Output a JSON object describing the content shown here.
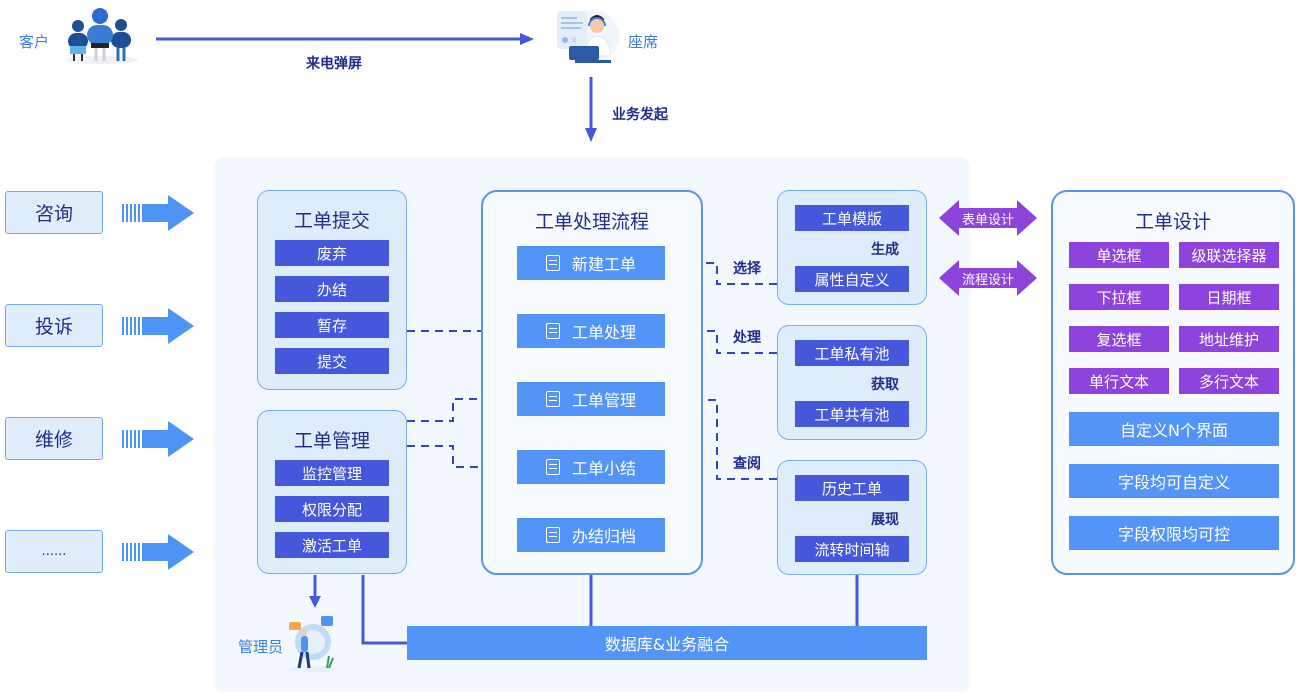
{
  "top": {
    "customer_label": "客户",
    "agent_label": "座席",
    "screen_pop_label": "来电弹屏",
    "business_initiate_label": "业务发起"
  },
  "inputs": [
    {
      "label": "咨询"
    },
    {
      "label": "投诉"
    },
    {
      "label": "维修"
    },
    {
      "label": "......"
    }
  ],
  "submit_group": {
    "title": "工单提交",
    "items": [
      "废弃",
      "办结",
      "暂存",
      "提交"
    ]
  },
  "manage_group": {
    "title": "工单管理",
    "items": [
      "监控管理",
      "权限分配",
      "激活工单"
    ]
  },
  "admin_label": "管理员",
  "process_group": {
    "title": "工单处理流程",
    "steps": [
      {
        "label": "新建工单",
        "icon": "clipboard-icon"
      },
      {
        "label": "工单处理",
        "icon": "clipboard-edit-icon"
      },
      {
        "label": "工单管理",
        "icon": "clipboard-gear-icon"
      },
      {
        "label": "工单小结",
        "icon": "clipboard-pen-icon"
      },
      {
        "label": "办结归档",
        "icon": "archive-doc-icon"
      }
    ]
  },
  "right_groups": [
    {
      "top": "工单模版",
      "bottom": "属性自定义",
      "relation": "生成",
      "link_label": "选择"
    },
    {
      "top": "工单私有池",
      "bottom": "工单共有池",
      "relation": "获取",
      "link_label": "处理"
    },
    {
      "top": "历史工单",
      "bottom": "流转时间轴",
      "relation": "展现",
      "link_label": "查阅"
    }
  ],
  "design_links": [
    "表单设计",
    "流程设计"
  ],
  "design_group": {
    "title": "工单设计",
    "grid_items": [
      "单选框",
      "级联选择器",
      "下拉框",
      "日期框",
      "复选框",
      "地址维护",
      "单行文本",
      "多行文本"
    ],
    "wide_items": [
      "自定义N个界面",
      "字段均可自定义",
      "字段权限均可控"
    ]
  },
  "database_bar": "数据库&业务融合",
  "colors": {
    "dark_blue": "#4558db",
    "light_blue": "#5294f7",
    "purple": "#8e44dc",
    "text_navy": "#1f2d8c"
  }
}
